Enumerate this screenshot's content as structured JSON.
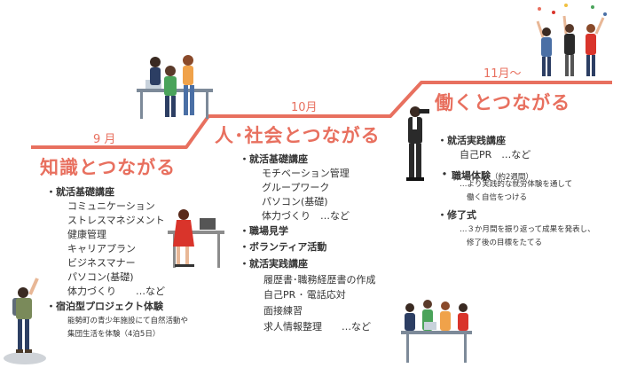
{
  "stage1": {
    "month": "9 月",
    "title": "知識とつながる",
    "sections": [
      {
        "heading": "就活基礎講座",
        "items": [
          "コミュニケーション",
          "ストレスマネジメント",
          "健康管理",
          "キャリアプラン",
          "ビジネスマナー",
          "パソコン(基礎)",
          "体力づくり　　…など"
        ]
      },
      {
        "heading": "宿泊型プロジェクト体験",
        "items": [
          "能勢町の青少年施設にて自然活動や",
          "集団生活を体験（4泊5日）"
        ]
      }
    ]
  },
  "stage2": {
    "month": "10月",
    "title": "人･社会とつながる",
    "sections": [
      {
        "heading": "就活基礎講座",
        "items": [
          "モチベーション管理",
          "グループワーク",
          "パソコン(基礎)",
          "体力づくり　…など"
        ]
      },
      {
        "heading": "職場見学",
        "items": []
      },
      {
        "heading": "ボランティア活動",
        "items": []
      },
      {
        "heading": "就活実践講座",
        "items": [
          "履歴書･職務経歴書の作成",
          "自己PR ･ 電話応対",
          "面接練習",
          "求人情報整理　　…など"
        ]
      }
    ]
  },
  "stage3": {
    "month": "11月～",
    "title": "働くとつながる",
    "sections": [
      {
        "heading": "就活実践講座",
        "items": [
          "自己PR　…など"
        ]
      },
      {
        "heading": "職場体験",
        "note": "（約2週間）",
        "items": [
          "…より実践的な就労体験を通して",
          "働く自信をつける"
        ]
      },
      {
        "heading": "修了式",
        "items": [
          "…３か月間を振り返って成果を発表し、",
          "修了後の目標をたてる"
        ]
      }
    ]
  },
  "icons": [
    "team-meeting-icon",
    "woman-at-computer-icon",
    "hiker-summit-icon",
    "man-with-binoculars-icon",
    "celebrating-group-icon",
    "office-team-icon"
  ],
  "colors": {
    "accent": "#e8705f",
    "text": "#333333"
  }
}
